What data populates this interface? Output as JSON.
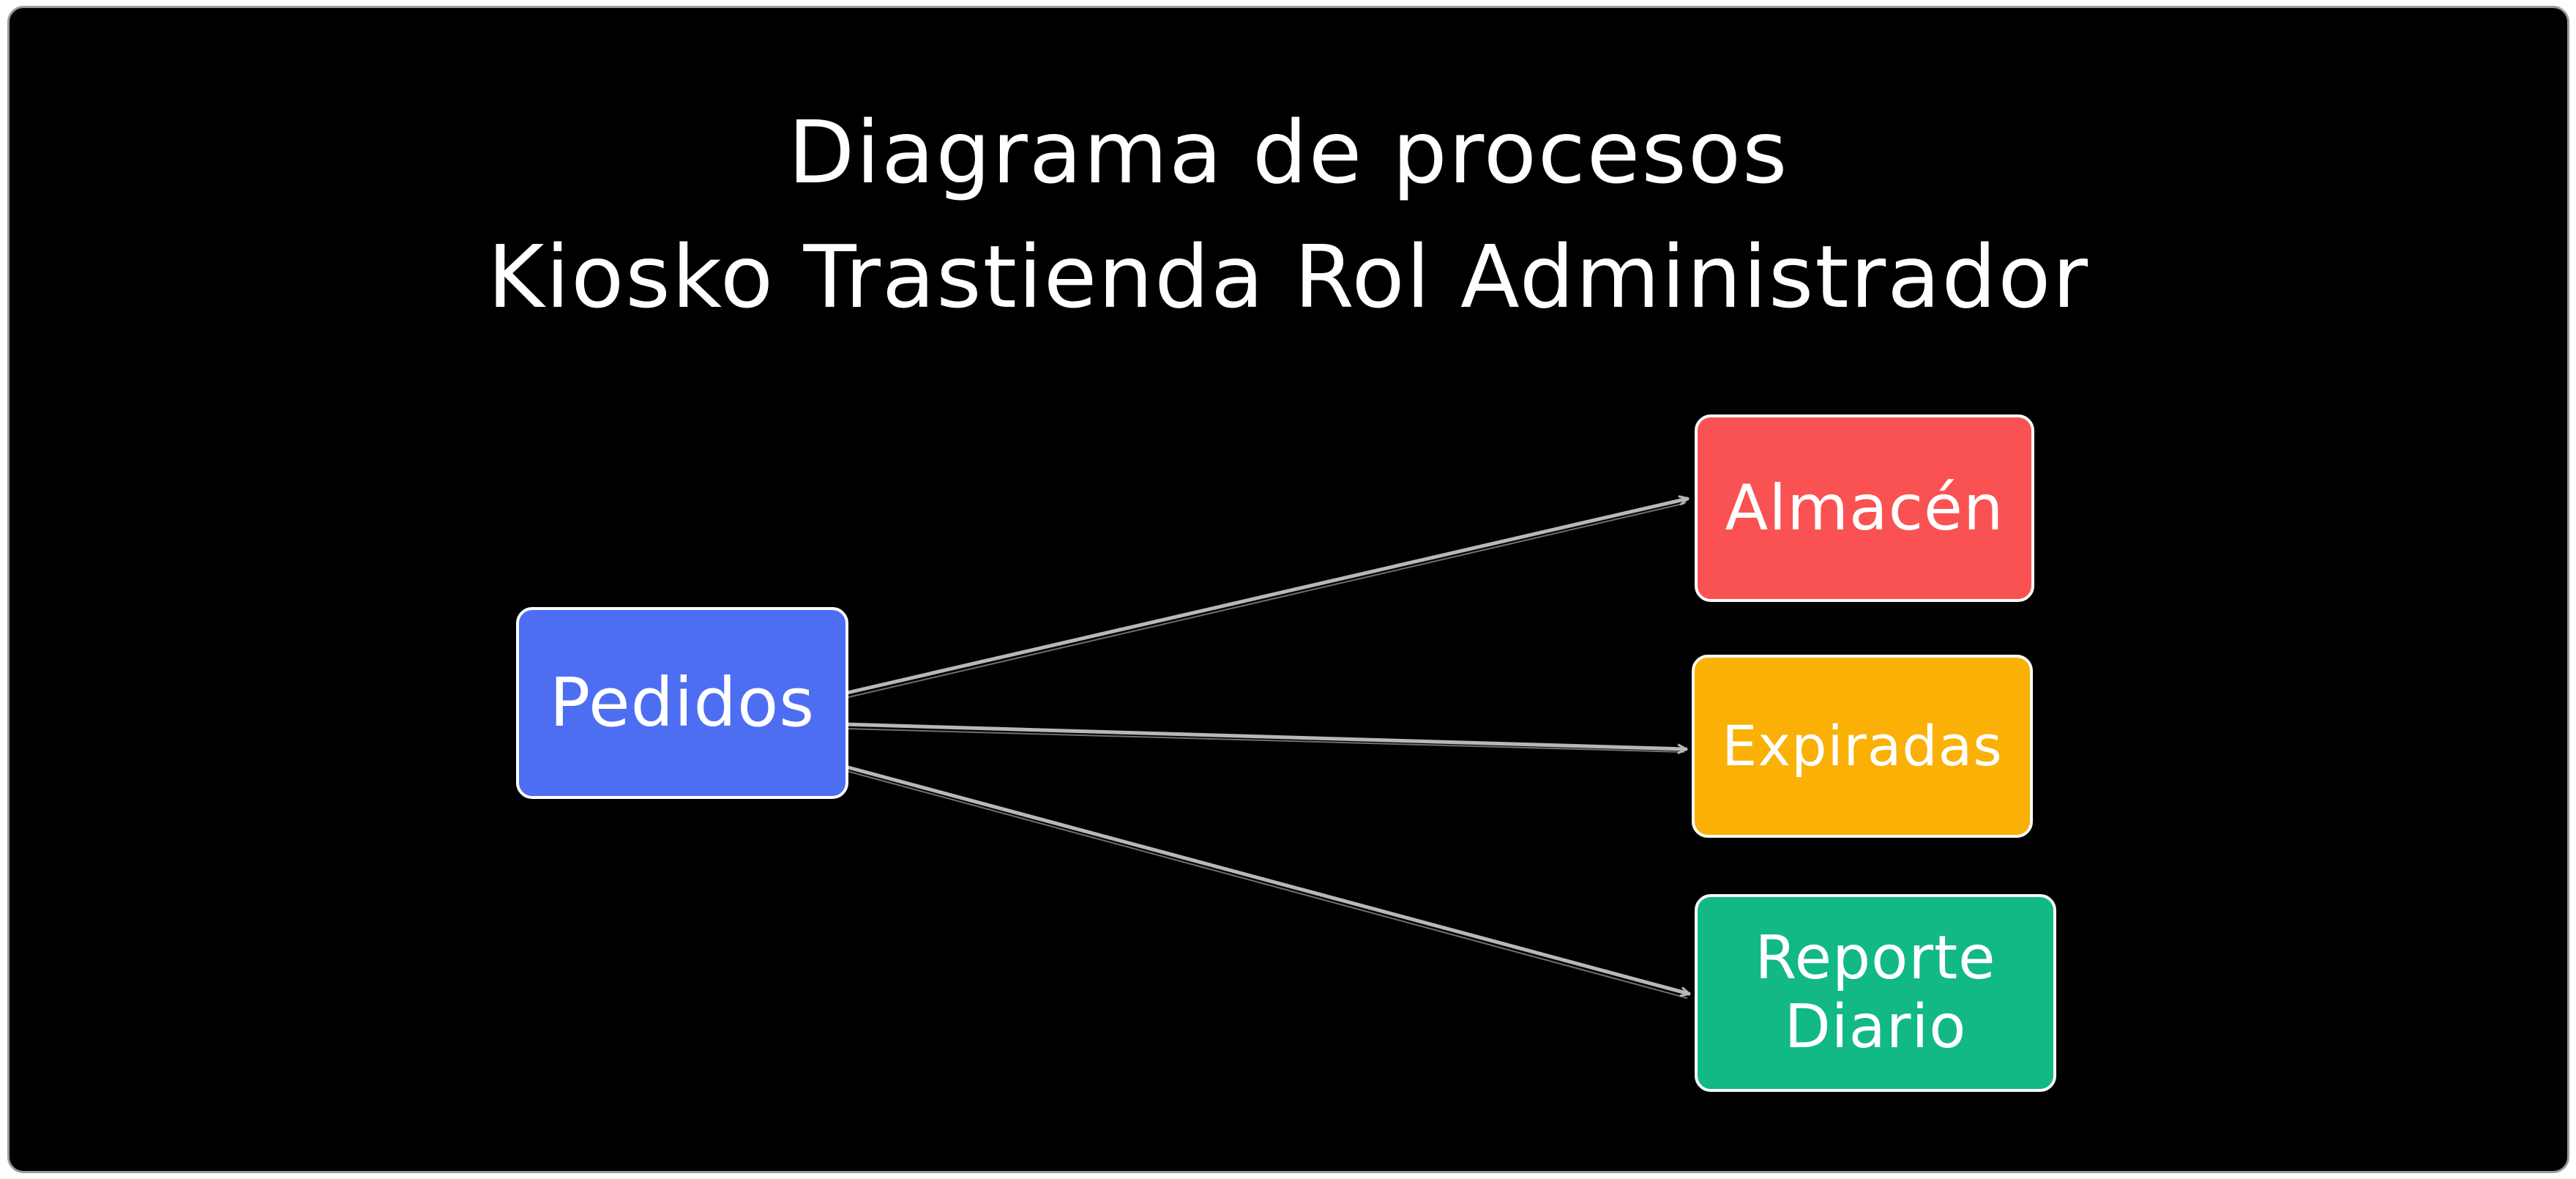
{
  "title": {
    "line1": "Diagrama de procesos",
    "line2": "Kiosko Trastienda Rol Administrador"
  },
  "nodes": {
    "pedidos": {
      "label": "Pedidos",
      "color": "#4e6ef2"
    },
    "almacen": {
      "label": "Almacén",
      "color": "#fa5252"
    },
    "expiradas": {
      "label": "Expiradas",
      "color": "#fab005"
    },
    "reporte": {
      "label_line1": "Reporte",
      "label_line2": "Diario",
      "color": "#12b886"
    }
  },
  "edges": [
    {
      "from": "Pedidos",
      "to": "Almacén"
    },
    {
      "from": "Pedidos",
      "to": "Expiradas"
    },
    {
      "from": "Pedidos",
      "to": "Reporte Diario"
    }
  ],
  "colors": {
    "background": "#000000",
    "arrow": "#b8b8b8",
    "text": "#ffffff",
    "border": "#ffffff"
  }
}
